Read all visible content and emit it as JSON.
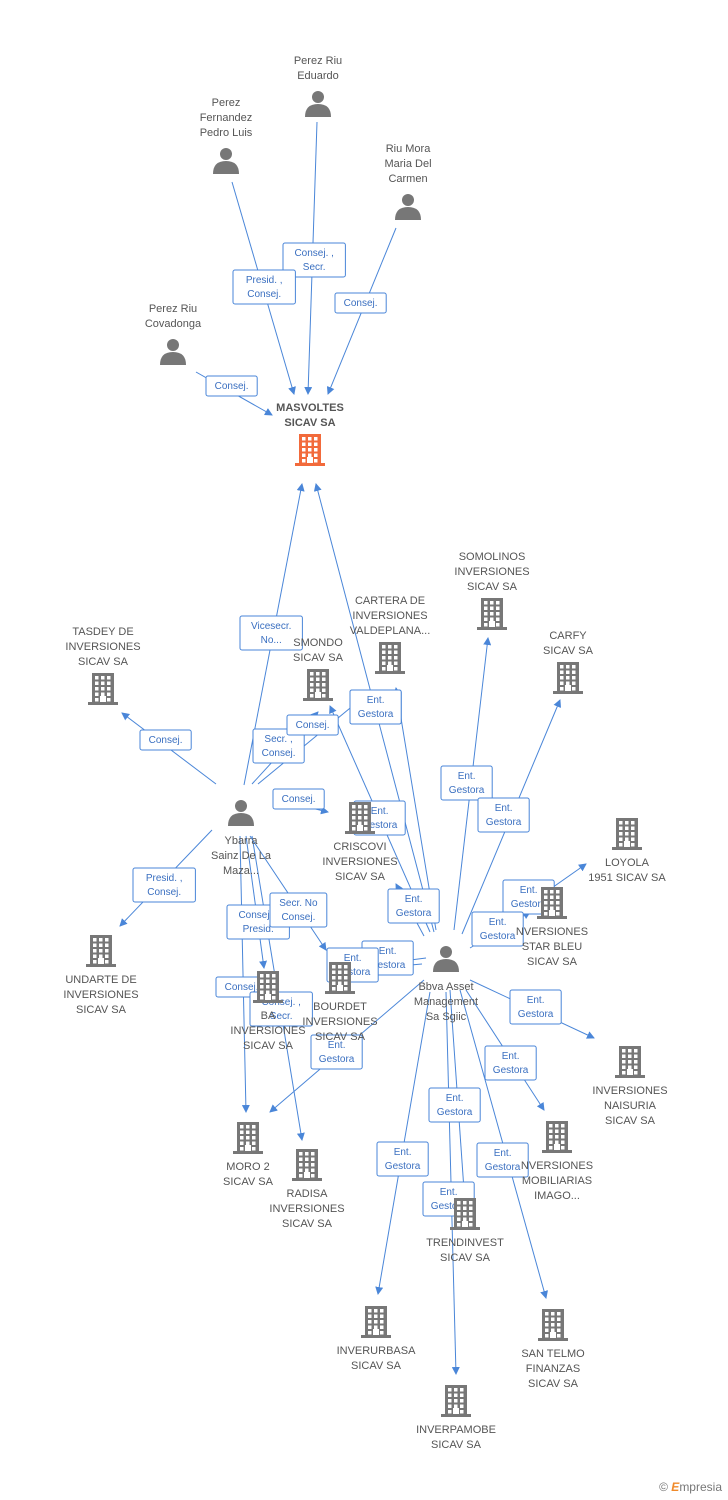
{
  "colors": {
    "edge": "#4a86d8",
    "company": "#777777",
    "main_company": "#f26a3b",
    "person": "#777777"
  },
  "nodes": [
    {
      "id": "main",
      "kind": "company-main",
      "lines": [
        "MASVOLTES",
        "SICAV SA"
      ]
    },
    {
      "id": "p_eduardo",
      "kind": "person",
      "lines": [
        "Perez Riu",
        "Eduardo"
      ]
    },
    {
      "id": "p_pedro",
      "kind": "person",
      "lines": [
        "Perez",
        "Fernandez",
        "Pedro Luis"
      ]
    },
    {
      "id": "p_maria",
      "kind": "person",
      "lines": [
        "Riu Mora",
        "Maria Del",
        "Carmen"
      ]
    },
    {
      "id": "p_covadonga",
      "kind": "person",
      "lines": [
        "Perez Riu",
        "Covadonga"
      ]
    },
    {
      "id": "p_ybarra",
      "kind": "person",
      "lines": [
        "Ybarra",
        "Sainz De La",
        "Maza..."
      ]
    },
    {
      "id": "p_bbva",
      "kind": "person",
      "lines": [
        "Bbva Asset",
        "Management",
        "Sa Sgiic"
      ]
    },
    {
      "id": "c_somolinos",
      "kind": "company",
      "lines": [
        "SOMOLINOS",
        "INVERSIONES",
        "SICAV SA"
      ]
    },
    {
      "id": "c_cartera",
      "kind": "company",
      "lines": [
        "CARTERA DE",
        "INVERSIONES",
        "VALDEPLANA..."
      ]
    },
    {
      "id": "c_carfy",
      "kind": "company",
      "lines": [
        "CARFY",
        "SICAV SA"
      ]
    },
    {
      "id": "c_tasdey",
      "kind": "company",
      "lines": [
        "TASDEY DE",
        "INVERSIONES",
        "SICAV SA"
      ]
    },
    {
      "id": "c_osmondo",
      "kind": "company",
      "lines": [
        "SMONDO",
        "SICAV SA"
      ]
    },
    {
      "id": "c_loyola",
      "kind": "company",
      "lines": [
        "LOYOLA",
        "1951 SICAV SA"
      ]
    },
    {
      "id": "c_criscovi",
      "kind": "company",
      "lines": [
        "CRISCOVI",
        "INVERSIONES",
        "SICAV SA"
      ]
    },
    {
      "id": "c_starbleu",
      "kind": "company",
      "lines": [
        "NVERSIONES",
        "STAR BLEU",
        "SICAV SA"
      ]
    },
    {
      "id": "c_undarte",
      "kind": "company",
      "lines": [
        "UNDARTE DE",
        "INVERSIONES",
        "SICAV SA"
      ]
    },
    {
      "id": "c_bourdet",
      "kind": "company",
      "lines": [
        "BOURDET",
        "INVERSIONES",
        "SICAV SA"
      ]
    },
    {
      "id": "c_ba",
      "kind": "company",
      "lines": [
        "BA",
        "INVERSIONES",
        "SICAV SA"
      ]
    },
    {
      "id": "c_naisuria",
      "kind": "company",
      "lines": [
        "INVERSIONES",
        "NAISURIA",
        "SICAV SA"
      ]
    },
    {
      "id": "c_moro2",
      "kind": "company",
      "lines": [
        "MORO 2",
        "SICAV SA"
      ]
    },
    {
      "id": "c_radisa",
      "kind": "company",
      "lines": [
        "RADISA",
        "INVERSIONES",
        "SICAV SA"
      ]
    },
    {
      "id": "c_mobiliarias",
      "kind": "company",
      "lines": [
        "NVERSIONES",
        "MOBILIARIAS",
        "IMAGO..."
      ]
    },
    {
      "id": "c_trendinvest",
      "kind": "company",
      "lines": [
        "TRENDINVEST",
        "SICAV SA"
      ]
    },
    {
      "id": "c_inverurbasa",
      "kind": "company",
      "lines": [
        "INVERURBASA",
        "SICAV SA"
      ]
    },
    {
      "id": "c_santelmo",
      "kind": "company",
      "lines": [
        "SAN TELMO",
        "FINANZAS",
        "SICAV SA"
      ]
    },
    {
      "id": "c_inverpamobe",
      "kind": "company",
      "lines": [
        "INVERPAMOBE",
        "SICAV SA"
      ]
    }
  ],
  "edges": [
    {
      "from": "p_eduardo",
      "to": "main",
      "label": [
        "Consej. ,",
        "Secr."
      ]
    },
    {
      "from": "p_pedro",
      "to": "main",
      "label": [
        "Presid. ,",
        "Consej."
      ]
    },
    {
      "from": "p_maria",
      "to": "main",
      "label": [
        "Consej."
      ]
    },
    {
      "from": "p_covadonga",
      "to": "main",
      "label": [
        "Consej."
      ]
    },
    {
      "from": "p_ybarra",
      "to": "main",
      "label": [
        "Vicesecr.",
        "No..."
      ]
    },
    {
      "from": "p_bbva",
      "to": "main",
      "label": [
        "Ent.",
        "Gestora"
      ]
    },
    {
      "from": "p_ybarra",
      "to": "c_tasdey",
      "label": [
        "Consej."
      ]
    },
    {
      "from": "p_ybarra",
      "to": "c_osmondo",
      "label": [
        "Secr. ,",
        "Consej."
      ]
    },
    {
      "from": "p_ybarra",
      "to": "c_cartera",
      "label": [
        "Consej."
      ]
    },
    {
      "from": "p_ybarra",
      "to": "c_criscovi",
      "label": [
        "Consej."
      ]
    },
    {
      "from": "p_ybarra",
      "to": "c_undarte",
      "label": [
        "Presid. ,",
        "Consej."
      ]
    },
    {
      "from": "p_ybarra",
      "to": "c_moro2",
      "label": [
        "Consej. ,",
        "Presid."
      ]
    },
    {
      "from": "p_ybarra",
      "to": "c_bourdet",
      "label": [
        "Secr. No",
        "Consej."
      ]
    },
    {
      "from": "p_ybarra",
      "to": "c_ba",
      "label": [
        "Consej."
      ]
    },
    {
      "from": "p_ybarra",
      "to": "c_radisa",
      "label": [
        "Consej. ,",
        "Secr."
      ]
    },
    {
      "from": "p_bbva",
      "to": "c_somolinos",
      "label": [
        "Ent.",
        "Gestora"
      ]
    },
    {
      "from": "p_bbva",
      "to": "c_cartera",
      "label": [
        "Ent.",
        "Gestora"
      ]
    },
    {
      "from": "p_bbva",
      "to": "c_carfy",
      "label": [
        "Ent.",
        "Gestora"
      ]
    },
    {
      "from": "p_bbva",
      "to": "c_osmondo",
      "label": [
        "Ent.",
        "Gestora"
      ]
    },
    {
      "from": "p_bbva",
      "to": "c_loyola",
      "label": [
        "Ent.",
        "Gestora"
      ]
    },
    {
      "from": "p_bbva",
      "to": "c_criscovi",
      "label": [
        "Ent.",
        "Gestora"
      ]
    },
    {
      "from": "p_bbva",
      "to": "c_starbleu",
      "label": [
        "Ent.",
        "Gestora"
      ]
    },
    {
      "from": "p_bbva",
      "to": "c_bourdet",
      "label": [
        "Ent.",
        "Gestora"
      ]
    },
    {
      "from": "p_bbva",
      "to": "c_ba",
      "label": [
        "Ent.",
        "Gestora"
      ]
    },
    {
      "from": "p_bbva",
      "to": "c_moro2",
      "label": [
        "Ent.",
        "Gestora"
      ]
    },
    {
      "from": "p_bbva",
      "to": "c_naisuria",
      "label": [
        "Ent.",
        "Gestora"
      ]
    },
    {
      "from": "p_bbva",
      "to": "c_mobiliarias",
      "label": [
        "Ent.",
        "Gestora"
      ]
    },
    {
      "from": "p_bbva",
      "to": "c_trendinvest",
      "label": [
        "Ent.",
        "Gestora"
      ]
    },
    {
      "from": "p_bbva",
      "to": "c_inverurbasa",
      "label": [
        "Ent.",
        "Gestora"
      ]
    },
    {
      "from": "p_bbva",
      "to": "c_santelmo",
      "label": [
        "Ent.",
        "Gestora"
      ]
    },
    {
      "from": "p_bbva",
      "to": "c_inverpamobe",
      "label": [
        "Ent.",
        "Gestora"
      ]
    }
  ],
  "brand": {
    "symbol": "©",
    "initial": "E",
    "name": "mpresia"
  }
}
